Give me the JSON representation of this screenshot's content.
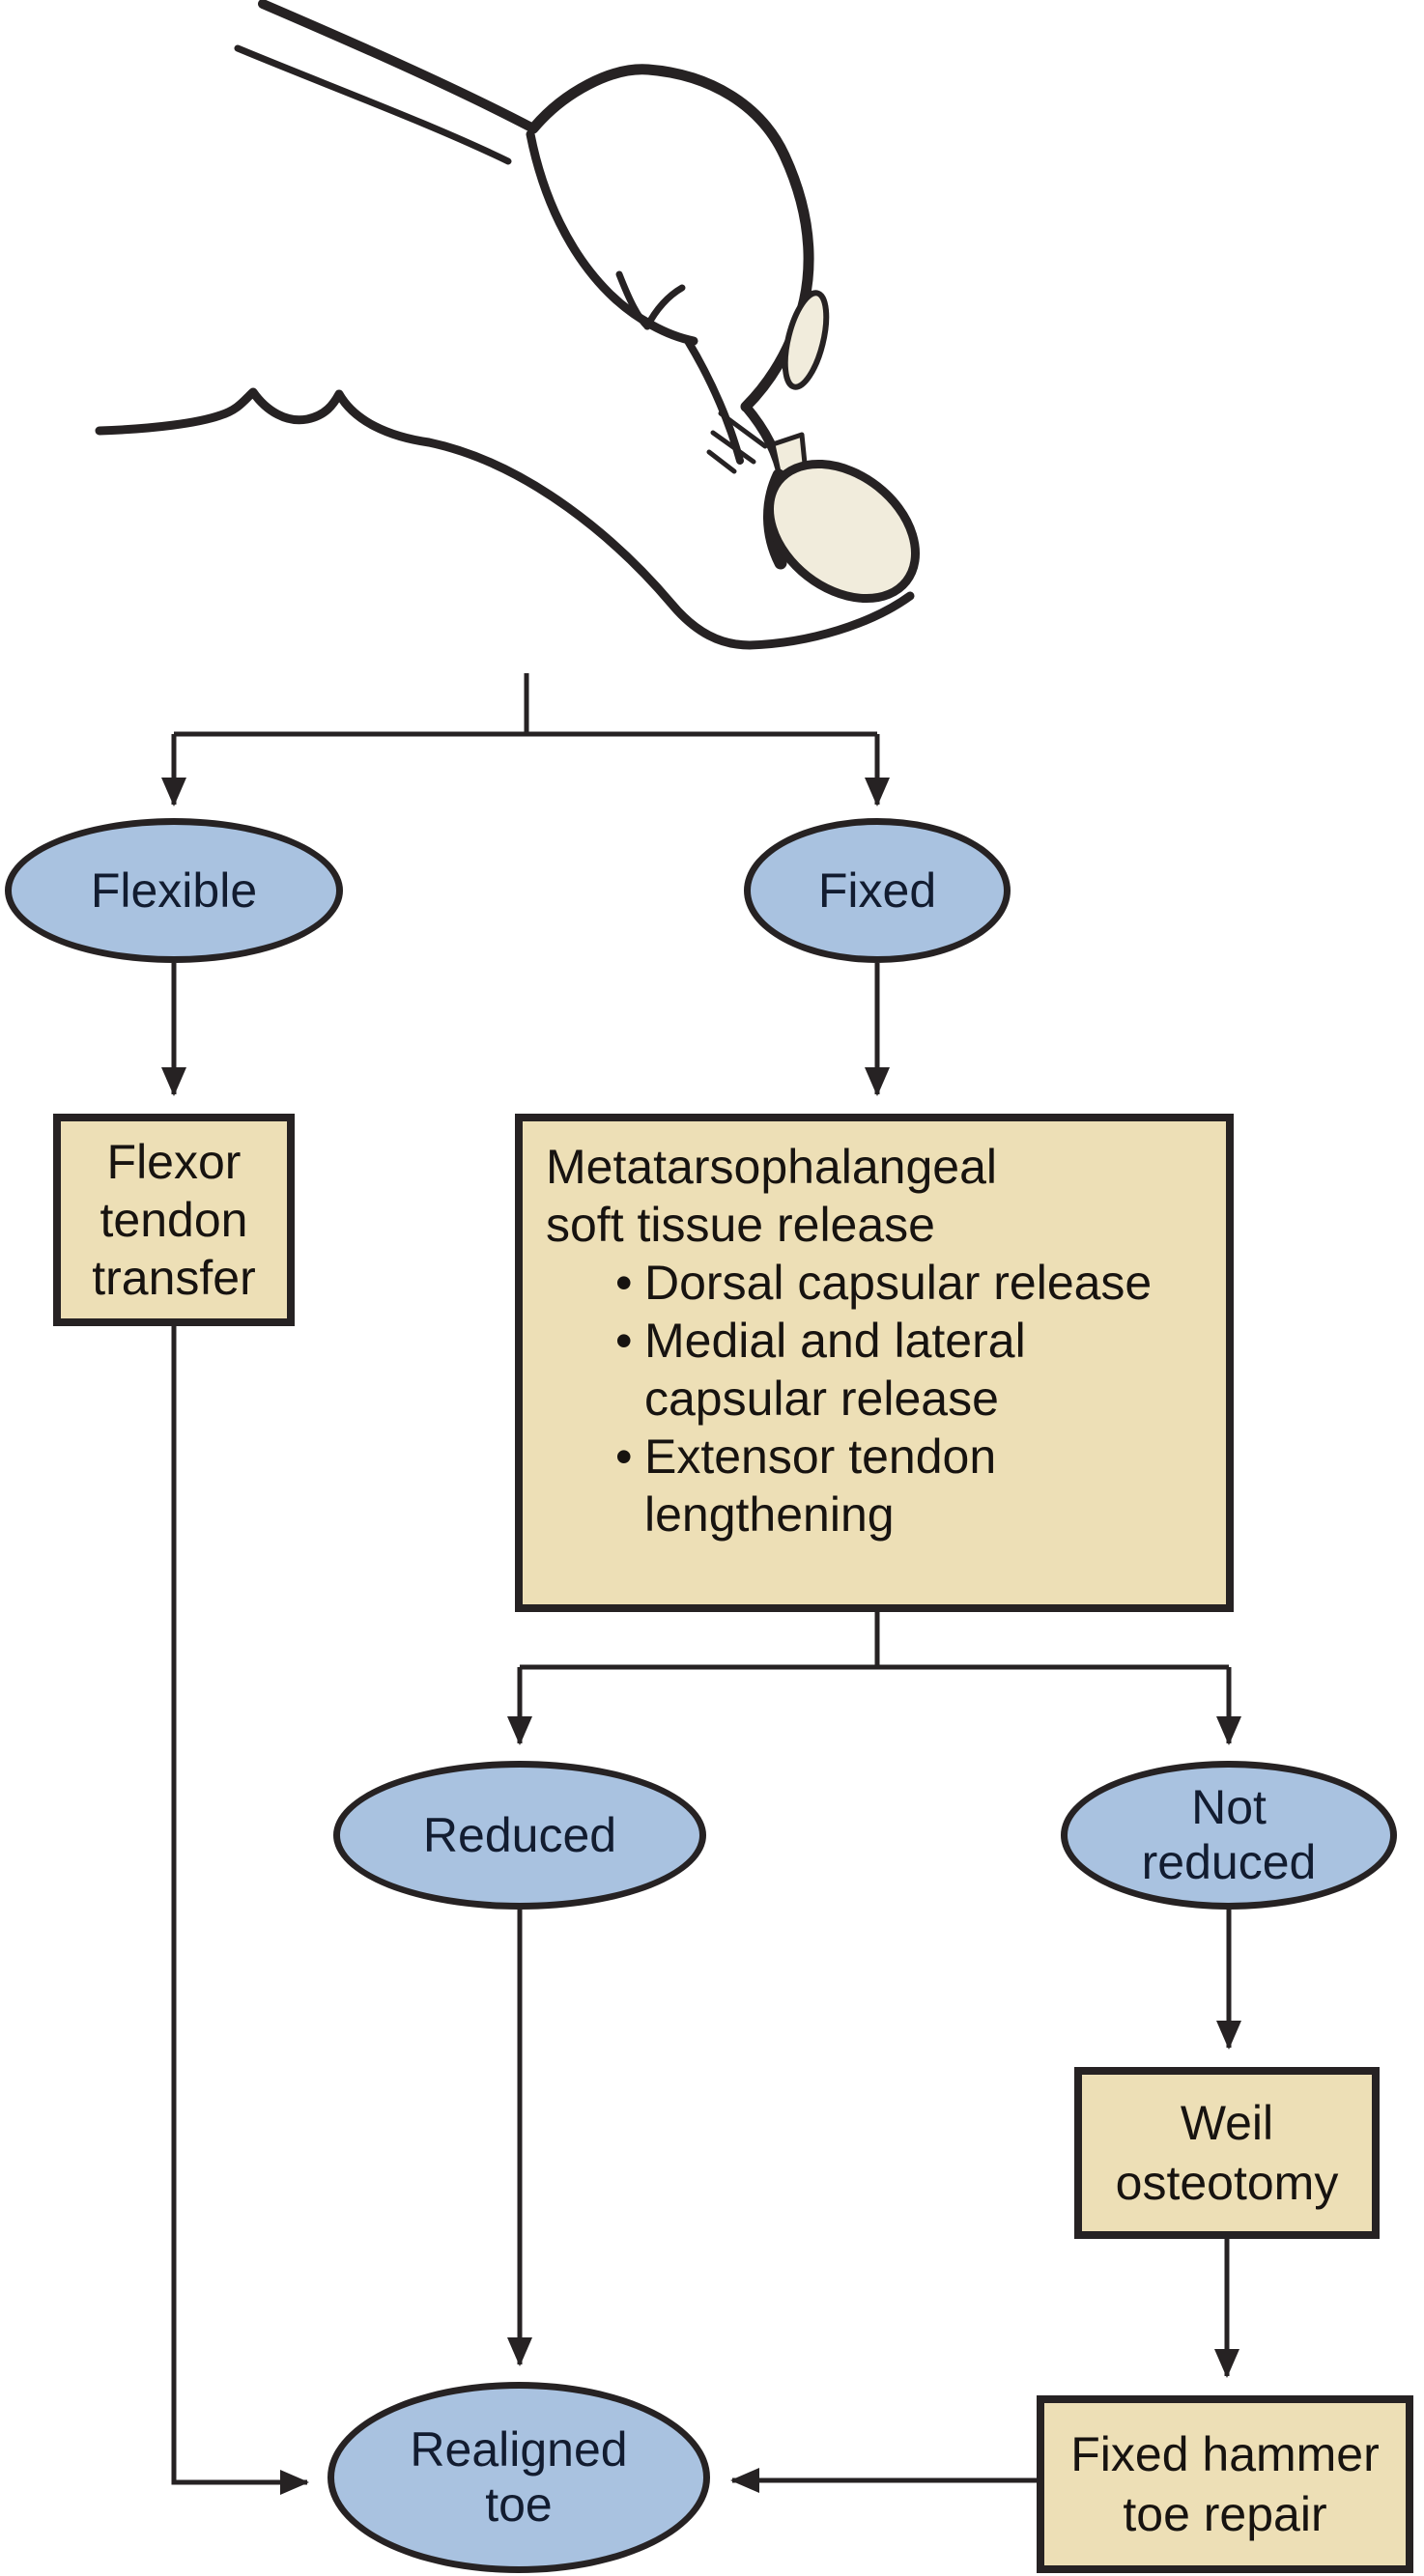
{
  "figure": {
    "type": "flowchart",
    "subject": "hammer-toe-treatment-algorithm",
    "colors": {
      "node_fill_blue": "#a9c2e0",
      "box_fill_tan": "#eddfb6",
      "stroke_black": "#262223",
      "nail_cream": "#f1ecdc",
      "ellipse_text": "#121c30",
      "box_text": "#171310"
    },
    "illustration": {
      "name": "hammer-toe-side-view-line-art"
    },
    "nodes": {
      "flexible": {
        "label": "Flexible"
      },
      "fixed": {
        "label": "Fixed"
      },
      "reduced": {
        "label": "Reduced"
      },
      "not_reduced": {
        "line1": "Not",
        "line2": "reduced"
      },
      "realigned_toe": {
        "line1": "Realigned",
        "line2": "toe"
      }
    },
    "boxes": {
      "flexor_tendon_transfer": {
        "line1": "Flexor",
        "line2": "tendon",
        "line3": "transfer"
      },
      "mtp_soft_tissue_release": {
        "bullet_glyph": "•",
        "lines": [
          {
            "text": "Metatarsophalangeal"
          },
          {
            "text": "soft tissue release"
          },
          {
            "text": "Dorsal capsular release"
          },
          {
            "text": "Medial and lateral"
          },
          {
            "text": "capsular release"
          },
          {
            "text": "Extensor tendon"
          },
          {
            "text": "lengthening"
          }
        ]
      },
      "weil_osteotomy": {
        "line1": "Weil",
        "line2": "osteotomy"
      },
      "fixed_hammer_toe_repair": {
        "line1": "Fixed hammer",
        "line2": "toe repair"
      }
    }
  }
}
